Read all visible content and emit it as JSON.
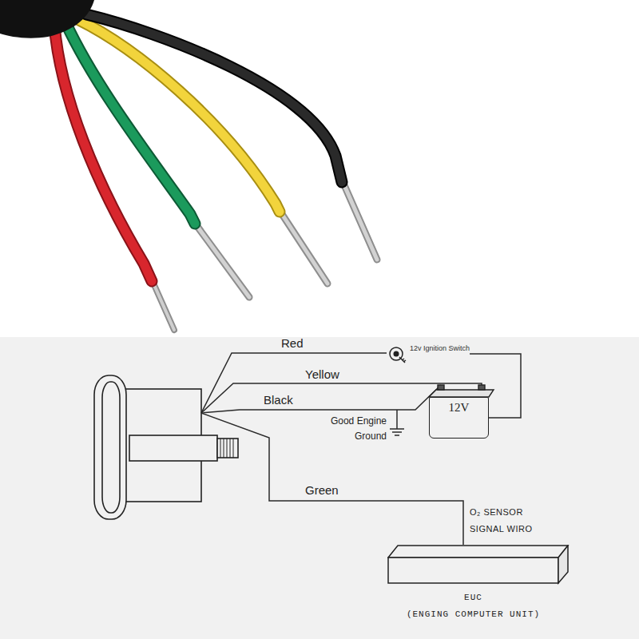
{
  "diagram": {
    "nodes": [
      {
        "text": [
          "12v Ignition Switch"
        ]
      },
      {
        "text": [
          "12V"
        ]
      },
      {
        "text": [
          "EUC",
          "(ENGING COMPUTER UNIT)"
        ]
      }
    ],
    "edges": [
      {
        "from": 0,
        "to": 1,
        "arrow": "none"
      }
    ],
    "labels": [
      "Red",
      "Yellow",
      "Black",
      "Good Engine Ground",
      "Green",
      "O₂ SENSOR SIGNAL WIRO"
    ]
  }
}
